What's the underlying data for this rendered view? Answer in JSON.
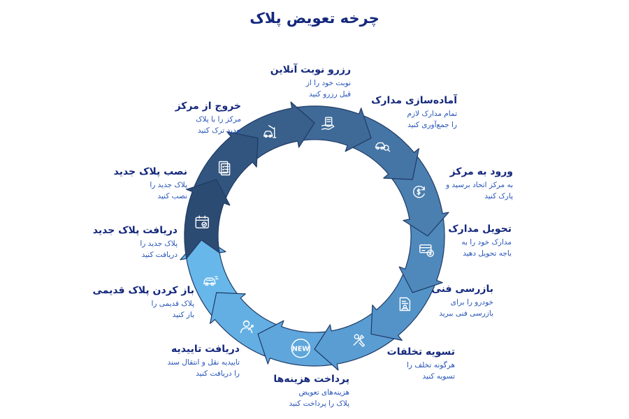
{
  "title": "چرخه تعویض پلاک",
  "colors": {
    "title": "#14287c",
    "segments": [
      "#2c4b72",
      "#32557f",
      "#395f8b",
      "#3f6a98",
      "#4575a4",
      "#4a7fb0",
      "#4f89bc",
      "#5493c7",
      "#599dd2",
      "#5ea6db",
      "#63afe3",
      "#68b7ea"
    ]
  },
  "steps": [
    {
      "title": "رزرو نوبت آنلاین",
      "desc": [
        "نوبت خود را از",
        "قبل رزرو کنید"
      ],
      "icon": "calendar-check-icon"
    },
    {
      "title": "آماده‌سازی مدارک",
      "desc": [
        "تمام مدارک لازم",
        "را جمع‌آوری کنید"
      ],
      "icon": "documents-checklist-icon"
    },
    {
      "title": "ورود به مرکز",
      "desc": [
        "به مرکز اتحاد برسید و",
        "پارک کنید"
      ],
      "icon": "car-barrier-icon"
    },
    {
      "title": "تحویل مدارک",
      "desc": [
        "مدارک خود را به",
        "باجه تحویل دهید"
      ],
      "icon": "hand-documents-icon"
    },
    {
      "title": "بازرسی فنی",
      "desc": [
        "خودرو را برای",
        "بازرسی فنی ببرید"
      ],
      "icon": "car-magnifier-icon"
    },
    {
      "title": "تسویه تخلفات",
      "desc": [
        "هرگونه تخلف را",
        "تسویه کنید"
      ],
      "icon": "dollar-refresh-icon"
    },
    {
      "title": "پرداخت هزینه‌ها",
      "desc": [
        "هزینه‌های تعویض",
        "پلاک را پرداخت کنید"
      ],
      "icon": "card-payment-icon"
    },
    {
      "title": "دریافت تاییدیه",
      "desc": [
        "تاییدیه نقل و انتقال سند",
        "را دریافت کنید"
      ],
      "icon": "approval-document-icon"
    },
    {
      "title": "باز کردن پلاک قدیمی",
      "desc": [
        "پلاک قدیمی را",
        "باز کنید"
      ],
      "icon": "screwdriver-wrench-icon"
    },
    {
      "title": "دریافت پلاک جدید",
      "desc": [
        "پلاک جدید را",
        "دریافت کنید"
      ],
      "icon": "new-badge-icon"
    },
    {
      "title": "نصب پلاک جدید",
      "desc": [
        "پلاک جدید را",
        "نصب کنید"
      ],
      "icon": "mechanic-icon"
    },
    {
      "title": "خروج از مرکز",
      "desc": [
        "مرکز را با پلاک",
        "جدید ترک کنید"
      ],
      "icon": "car-exit-icon"
    }
  ],
  "new_badge_text": "NEW"
}
